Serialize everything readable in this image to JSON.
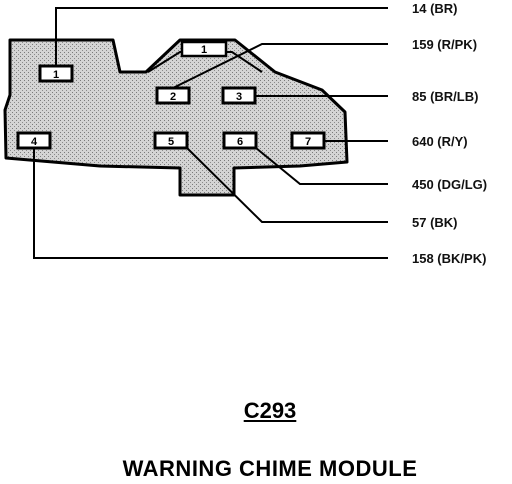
{
  "connector_id": "C293",
  "module_name": "WARNING CHIME MODULE",
  "pins": [
    {
      "label": "1"
    },
    {
      "label": "2"
    },
    {
      "label": "3"
    },
    {
      "label": "4"
    },
    {
      "label": "5"
    },
    {
      "label": "6"
    },
    {
      "label": "7"
    },
    {
      "label": "1"
    }
  ],
  "wires": [
    {
      "label": "14 (BR)"
    },
    {
      "label": "159 (R/PK)"
    },
    {
      "label": "85 (BR/LB)"
    },
    {
      "label": "640 (R/Y)"
    },
    {
      "label": "450 (DG/LG)"
    },
    {
      "label": "57 (BK)"
    },
    {
      "label": "158 (BK/PK)"
    }
  ]
}
